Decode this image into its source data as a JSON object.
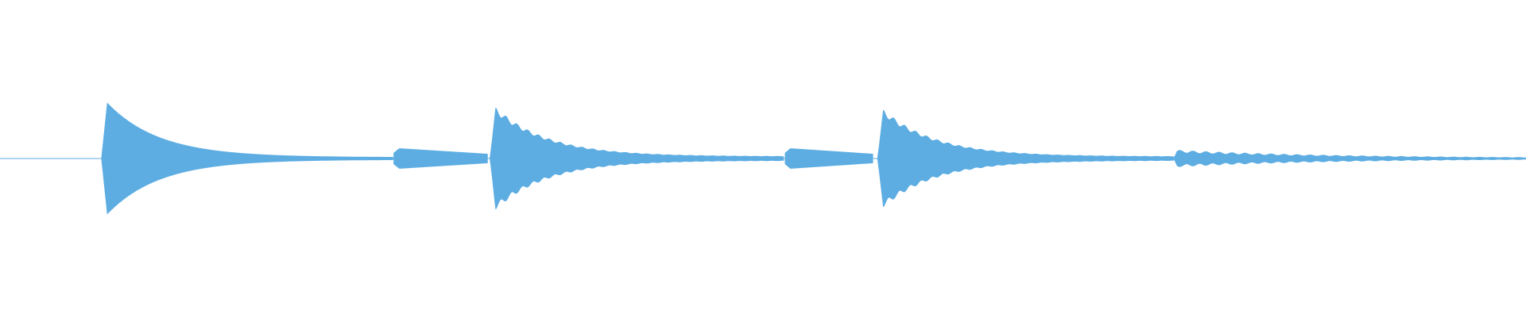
{
  "waveform": {
    "color": "#5dade2",
    "background": "#ffffff",
    "duration_fraction_start": 0.0,
    "segments": [
      {
        "start": 0.0665,
        "end": 0.2575,
        "peak": 1.0,
        "decay": "strong",
        "hold": 0.05,
        "tail": 0.02,
        "ripple": 0.0
      },
      {
        "start": 0.258,
        "end": 0.3195,
        "peak": 0.18,
        "decay": "flat",
        "hold": 0.0,
        "tail": 0.1,
        "ripple": 0.0
      },
      {
        "start": 0.321,
        "end": 0.5135,
        "peak": 0.92,
        "decay": "strong",
        "hold": 0.02,
        "tail": 0.04,
        "ripple": 0.12
      },
      {
        "start": 0.5145,
        "end": 0.572,
        "peak": 0.18,
        "decay": "flat",
        "hold": 0.0,
        "tail": 0.04,
        "ripple": 0.0
      },
      {
        "start": 0.575,
        "end": 0.769,
        "peak": 0.88,
        "decay": "strong",
        "hold": 0.02,
        "tail": 0.04,
        "ripple": 0.12
      },
      {
        "start": 0.769,
        "end": 1.0,
        "peak": 0.15,
        "decay": "slow",
        "hold": 0.0,
        "tail": 0.02,
        "ripple": 0.3
      }
    ]
  }
}
